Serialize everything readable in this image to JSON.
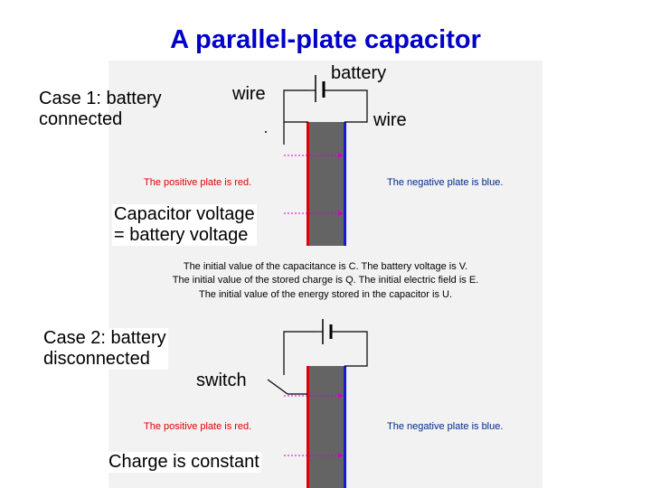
{
  "title": "A parallel-plate capacitor",
  "labels": {
    "battery": "battery",
    "wire_left": "wire",
    "wire_right": "wire",
    "case1": [
      "Case 1: battery",
      "connected"
    ],
    "voltage_note": [
      "Capacitor voltage",
      "= battery voltage"
    ],
    "case2": [
      "Case 2: battery",
      "disconnected"
    ],
    "switch": "switch",
    "charge_note": "Charge is constant"
  },
  "sim_text": {
    "positive_plate": "The positive plate is red.",
    "negative_plate": "The negative plate is blue.",
    "initial_values": [
      "The initial value of the capacitance is C. The battery voltage is V.",
      "The initial value of the stored charge is Q. The initial electric field is E.",
      "The initial value of the energy stored in the capacitor is U."
    ]
  },
  "colors": {
    "title": "#0000c8",
    "positive_plate": "#e00000",
    "negative_plate": "#1a1acc",
    "dielectric": "#646464",
    "field_arrow": "#cc00cc"
  }
}
